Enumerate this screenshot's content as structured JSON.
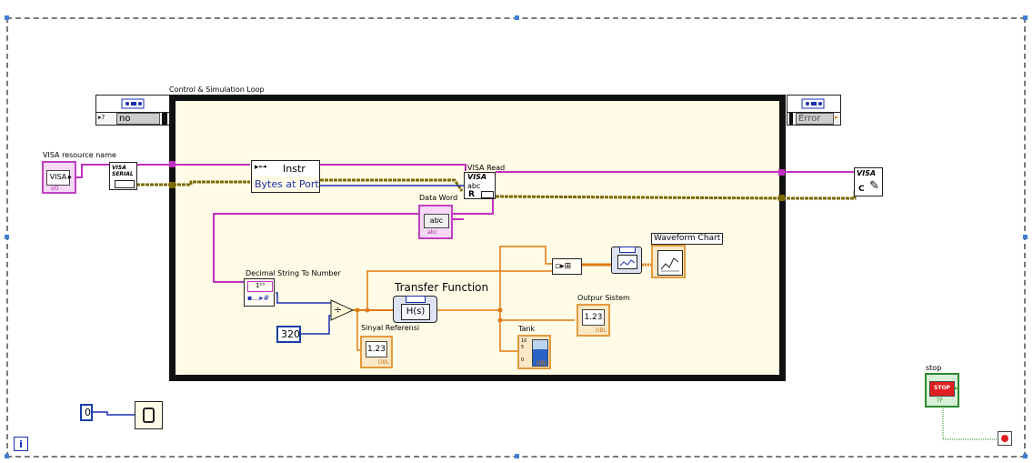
{
  "loop": {
    "label": "Control & Simulation Loop"
  },
  "loop_left_terminal": {
    "value": "no"
  },
  "loop_right_terminal": {
    "value": "Error"
  },
  "visa_resource": {
    "label": "VISA resource name",
    "icon_text": "VISA",
    "tag": "I/O"
  },
  "visa_serial": {
    "text": "VISA SERIAL"
  },
  "property_node": {
    "class": "Instr",
    "property": "Bytes at Port"
  },
  "visa_read": {
    "label": "VISA Read",
    "icon_text": "VISA",
    "abc": "abc",
    "r": "R"
  },
  "visa_close": {
    "icon_text": "VISA",
    "c": "C"
  },
  "data_word": {
    "label": "Data Word",
    "icon_text": "abc",
    "tag": "abc"
  },
  "decimal_string": {
    "label": "Decimal String To Number",
    "digits": "1²³"
  },
  "constant_320": {
    "value": "320"
  },
  "divide": {
    "symbol": "÷"
  },
  "transfer_function": {
    "label": "Transfer Function",
    "icon_text": "H(s)"
  },
  "sinyal_referensi": {
    "label": "Sinyal Referensi",
    "value": "1.23",
    "tag": "DBL"
  },
  "tank": {
    "label": "Tank",
    "tag": "DBL"
  },
  "output_sistem": {
    "label": "Outpur Sistem",
    "value": "1.23",
    "tag": "DBL"
  },
  "waveform_chart": {
    "label": "Waveform Chart"
  },
  "stop": {
    "label": "stop",
    "button_text": "STOP",
    "tag": "TF"
  },
  "wait_constant": {
    "value": "0"
  },
  "info_icon": {
    "text": "i"
  },
  "colors": {
    "pink_wire": "#c030c0",
    "orange_wire": "#e07a10",
    "blue_wire": "#1a2fb0",
    "error_wire": "#7a6a00",
    "green_wire": "#2a8a2a"
  }
}
